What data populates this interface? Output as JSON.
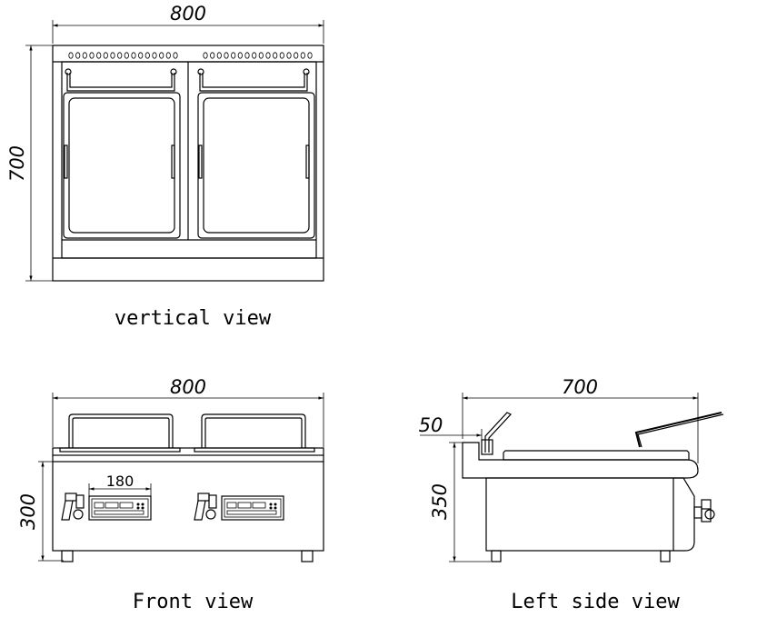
{
  "views": {
    "vertical": {
      "caption": "vertical view",
      "width_label": "800",
      "height_label": "700"
    },
    "front": {
      "caption": "Front view",
      "width_label": "800",
      "height_label": "300",
      "panel_label": "180"
    },
    "left_side": {
      "caption": "Left side view",
      "width_label": "700",
      "offset_label": "50",
      "height_label": "350"
    }
  },
  "colors": {
    "line": "#000000",
    "background": "#ffffff"
  }
}
